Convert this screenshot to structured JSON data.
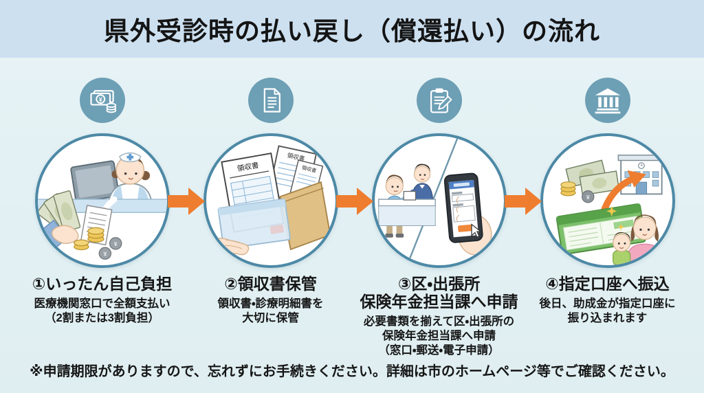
{
  "title": "県外受診時の払い戻し（償還払い）の流れ",
  "steps": [
    {
      "icon": "yen-banknote-and-coins",
      "title": "①いったん自己負担",
      "desc": "医療機関窓口で全額支払い\n（2割または3割負担）"
    },
    {
      "icon": "receipt-document",
      "title": "②領収書保管",
      "desc": "領収書・診療明細書を\n大切に保管"
    },
    {
      "icon": "clipboard-and-pencil",
      "title": "③区・出張所\n保険年金担当課へ申請",
      "desc": "必要書類を揃えて区・出張所の\n保険年金担当課へ申請\n（窓口・郵送・電子申請）"
    },
    {
      "icon": "bank-building",
      "title": "④指定口座へ振込",
      "desc": "後日、助成金が指定口座に\n振り込まれます"
    }
  ],
  "labels": {
    "receipt": "領収書",
    "yen": "¥"
  },
  "footnote": "※申請期限がありますので、忘れずにお手続きください。詳細は市のホームページ等でご確認ください。",
  "colors": {
    "header_bg": "#cde0f0",
    "page_bg": "#e3f1f3",
    "icon_circle": "#6d9fb5",
    "circle_border": "#4d89a6",
    "arrow": "#ee7d2f",
    "text": "#161616"
  }
}
